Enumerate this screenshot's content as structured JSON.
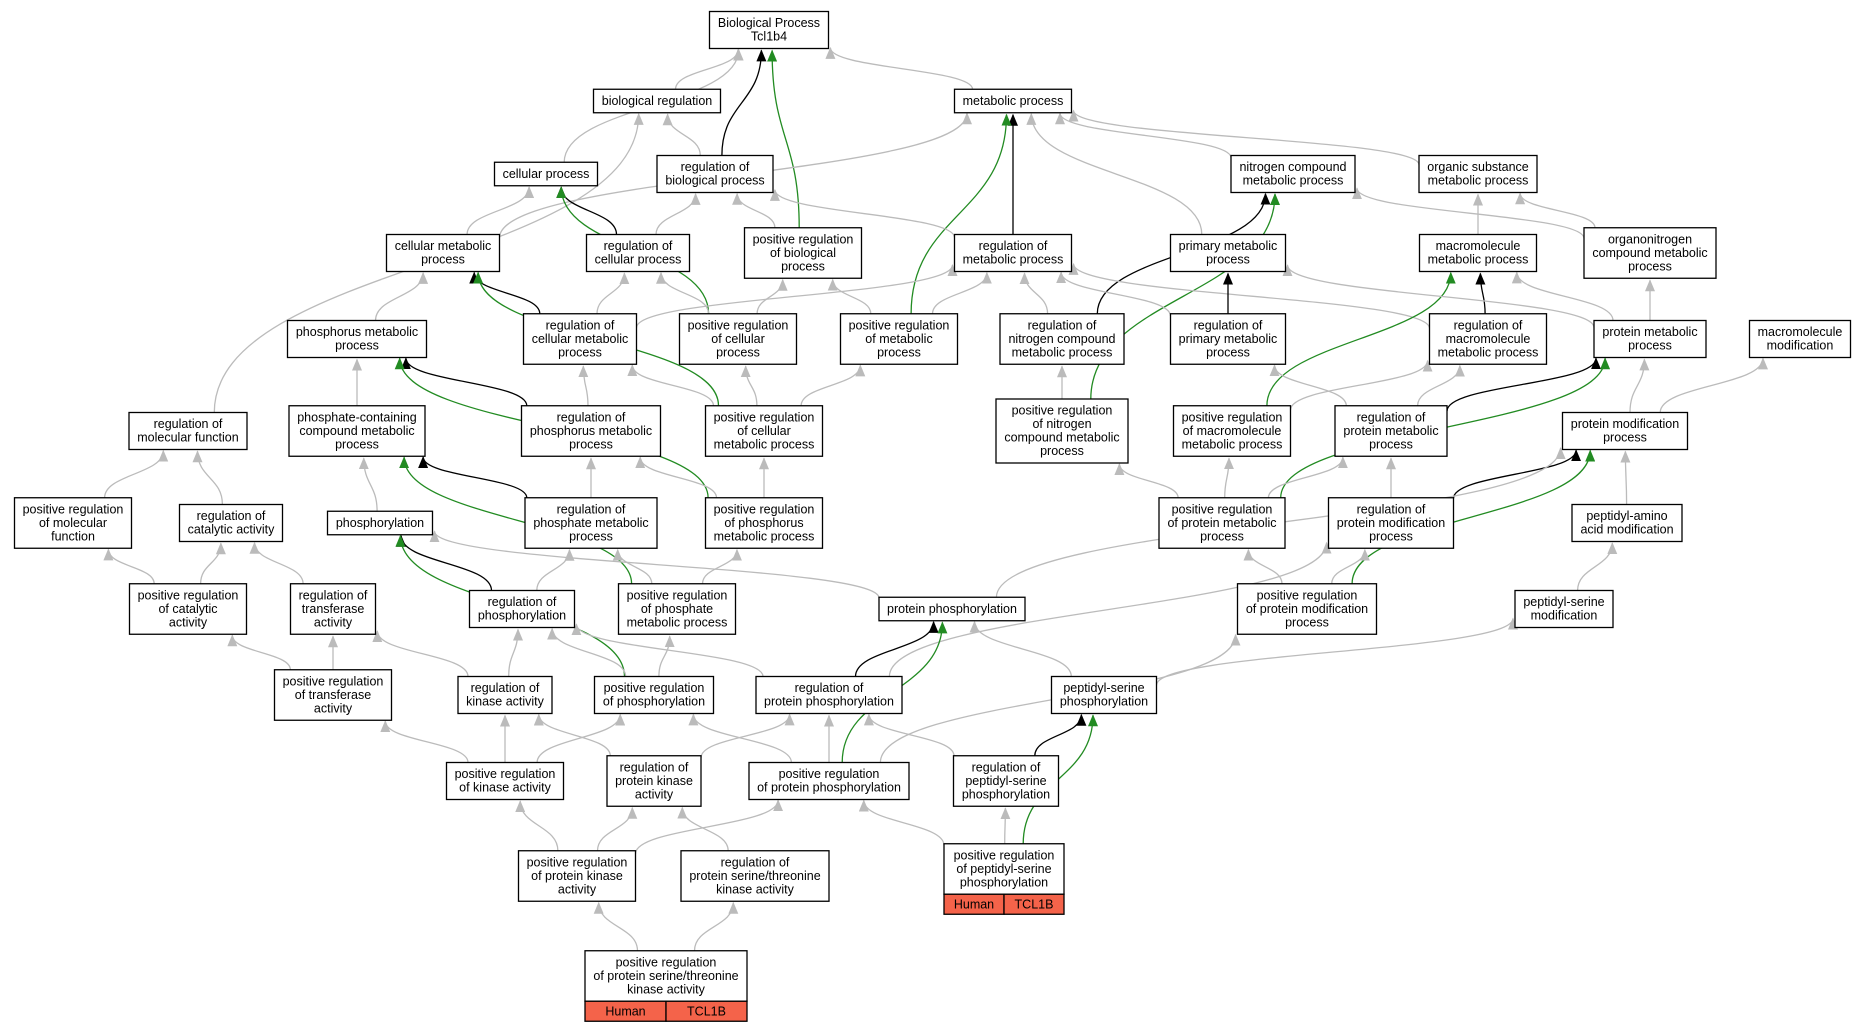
{
  "colors": {
    "is_a": "#bbbbbb",
    "part_of": "#000000",
    "positively_regulates": "#228b22",
    "annotation_tag": "#f4634a"
  },
  "nodes": [
    {
      "id": "bp",
      "lines": [
        "Biological Process",
        "Tcl1b4"
      ]
    },
    {
      "id": "bioreg",
      "lines": [
        "biological regulation"
      ]
    },
    {
      "id": "metab",
      "lines": [
        "metabolic process"
      ]
    },
    {
      "id": "cellproc",
      "lines": [
        "cellular process"
      ]
    },
    {
      "id": "regbio",
      "lines": [
        "regulation of",
        "biological process"
      ]
    },
    {
      "id": "ncmp",
      "lines": [
        "nitrogen compound",
        "metabolic process"
      ]
    },
    {
      "id": "osmp",
      "lines": [
        "organic substance",
        "metabolic process"
      ]
    },
    {
      "id": "cellmetab",
      "lines": [
        "cellular metabolic",
        "process"
      ]
    },
    {
      "id": "regcell",
      "lines": [
        "regulation of",
        "cellular process"
      ]
    },
    {
      "id": "posregbio",
      "lines": [
        "positive regulation",
        "of biological",
        "process"
      ]
    },
    {
      "id": "regmetab",
      "lines": [
        "regulation of",
        "metabolic process"
      ]
    },
    {
      "id": "primmetab",
      "lines": [
        "primary metabolic",
        "process"
      ]
    },
    {
      "id": "macromp",
      "lines": [
        "macromolecule",
        "metabolic process"
      ]
    },
    {
      "id": "orgncmp",
      "lines": [
        "organonitrogen",
        "compound metabolic",
        "process"
      ]
    },
    {
      "id": "phosmetab",
      "lines": [
        "phosphorus metabolic",
        "process"
      ]
    },
    {
      "id": "regcellmetab",
      "lines": [
        "regulation of",
        "cellular metabolic",
        "process"
      ]
    },
    {
      "id": "posregcell",
      "lines": [
        "positive regulation",
        "of cellular",
        "process"
      ]
    },
    {
      "id": "posregmetab",
      "lines": [
        "positive regulation",
        "of metabolic",
        "process"
      ]
    },
    {
      "id": "regncmp",
      "lines": [
        "regulation of",
        "nitrogen compound",
        "metabolic process"
      ]
    },
    {
      "id": "regprimmetab",
      "lines": [
        "regulation of",
        "primary metabolic",
        "process"
      ]
    },
    {
      "id": "regmacromp",
      "lines": [
        "regulation of",
        "macromolecule",
        "metabolic process"
      ]
    },
    {
      "id": "protmetab",
      "lines": [
        "protein metabolic",
        "process"
      ]
    },
    {
      "id": "macromod",
      "lines": [
        "macromolecule",
        "modification"
      ]
    },
    {
      "id": "regmolfunc",
      "lines": [
        "regulation of",
        "molecular function"
      ]
    },
    {
      "id": "phoscontain",
      "lines": [
        "phosphate-containing",
        "compound metabolic",
        "process"
      ]
    },
    {
      "id": "regphosmetab",
      "lines": [
        "regulation of",
        "phosphorus metabolic",
        "process"
      ]
    },
    {
      "id": "posregcellmetab",
      "lines": [
        "positive regulation",
        "of cellular",
        "metabolic process"
      ]
    },
    {
      "id": "posregncmp",
      "lines": [
        "positive regulation",
        "of nitrogen",
        "compound metabolic",
        "process"
      ]
    },
    {
      "id": "posregmacromp",
      "lines": [
        "positive regulation",
        "of macromolecule",
        "metabolic process"
      ]
    },
    {
      "id": "regprotmetab",
      "lines": [
        "regulation of",
        "protein metabolic",
        "process"
      ]
    },
    {
      "id": "protmod",
      "lines": [
        "protein modification",
        "process"
      ]
    },
    {
      "id": "posregmolfunc",
      "lines": [
        "positive regulation",
        "of molecular",
        "function"
      ]
    },
    {
      "id": "regcatal",
      "lines": [
        "regulation of",
        "catalytic activity"
      ]
    },
    {
      "id": "phosphorylation",
      "lines": [
        "phosphorylation"
      ]
    },
    {
      "id": "regphosphmetab",
      "lines": [
        "regulation of",
        "phosphate metabolic",
        "process"
      ]
    },
    {
      "id": "posregphosmetab",
      "lines": [
        "positive regulation",
        "of phosphorus",
        "metabolic process"
      ]
    },
    {
      "id": "posregprotmetab",
      "lines": [
        "positive regulation",
        "of protein metabolic",
        "process"
      ]
    },
    {
      "id": "regprotmod",
      "lines": [
        "regulation of",
        "protein modification",
        "process"
      ]
    },
    {
      "id": "peptaa",
      "lines": [
        "peptidyl-amino",
        "acid modification"
      ]
    },
    {
      "id": "posregcatal",
      "lines": [
        "positive regulation",
        "of catalytic",
        "activity"
      ]
    },
    {
      "id": "regtransf",
      "lines": [
        "regulation of",
        "transferase",
        "activity"
      ]
    },
    {
      "id": "regphosphoryl",
      "lines": [
        "regulation of",
        "phosphorylation"
      ]
    },
    {
      "id": "posregphosphmetab",
      "lines": [
        "positive regulation",
        "of phosphate",
        "metabolic process"
      ]
    },
    {
      "id": "protphos",
      "lines": [
        "protein phosphorylation"
      ]
    },
    {
      "id": "posregprotmod",
      "lines": [
        "positive regulation",
        "of protein modification",
        "process"
      ]
    },
    {
      "id": "peptser",
      "lines": [
        "peptidyl-serine",
        "modification"
      ]
    },
    {
      "id": "posregtransf",
      "lines": [
        "positive regulation",
        "of transferase",
        "activity"
      ]
    },
    {
      "id": "regkinase",
      "lines": [
        "regulation of",
        "kinase activity"
      ]
    },
    {
      "id": "posregphosphoryl",
      "lines": [
        "positive regulation",
        "of phosphorylation"
      ]
    },
    {
      "id": "regprotphos",
      "lines": [
        "regulation of",
        "protein phosphorylation"
      ]
    },
    {
      "id": "peptserphos",
      "lines": [
        "peptidyl-serine",
        "phosphorylation"
      ]
    },
    {
      "id": "posregkinase",
      "lines": [
        "positive regulation",
        "of kinase activity"
      ]
    },
    {
      "id": "regprotkinase",
      "lines": [
        "regulation of",
        "protein kinase",
        "activity"
      ]
    },
    {
      "id": "posregprotphos",
      "lines": [
        "positive regulation",
        "of protein phosphorylation"
      ]
    },
    {
      "id": "regpeptserphos",
      "lines": [
        "regulation of",
        "peptidyl-serine",
        "phosphorylation"
      ]
    },
    {
      "id": "posregprotkinase",
      "lines": [
        "positive regulation",
        "of protein kinase",
        "activity"
      ]
    },
    {
      "id": "regprotserthr",
      "lines": [
        "regulation of",
        "protein serine/threonine",
        "kinase activity"
      ]
    },
    {
      "id": "posregpeptserphos",
      "lines": [
        "positive regulation",
        "of peptidyl-serine",
        "phosphorylation"
      ],
      "tags": [
        "Human",
        "TCL1B"
      ]
    },
    {
      "id": "posregprotserthr",
      "lines": [
        "positive regulation",
        "of protein serine/threonine",
        "kinase activity"
      ],
      "tags": [
        "Human",
        "TCL1B"
      ]
    }
  ],
  "edges": [
    {
      "from": "bioreg",
      "to": "bp",
      "type": "is_a"
    },
    {
      "from": "metab",
      "to": "bp",
      "type": "is_a"
    },
    {
      "from": "cellproc",
      "to": "bp",
      "type": "is_a"
    },
    {
      "from": "regbio",
      "to": "bp",
      "type": "part_of"
    },
    {
      "from": "posregbio",
      "to": "bp",
      "type": "positively_regulates"
    },
    {
      "from": "regbio",
      "to": "bioreg",
      "type": "is_a"
    },
    {
      "from": "ncmp",
      "to": "metab",
      "type": "is_a"
    },
    {
      "from": "osmp",
      "to": "metab",
      "type": "is_a"
    },
    {
      "from": "primmetab",
      "to": "metab",
      "type": "is_a"
    },
    {
      "from": "regmetab",
      "to": "metab",
      "type": "part_of"
    },
    {
      "from": "posregmetab",
      "to": "metab",
      "type": "positively_regulates"
    },
    {
      "from": "cellmetab",
      "to": "metab",
      "type": "is_a"
    },
    {
      "from": "regmolfunc",
      "to": "bioreg",
      "type": "is_a"
    },
    {
      "from": "cellmetab",
      "to": "cellproc",
      "type": "is_a"
    },
    {
      "from": "regcell",
      "to": "cellproc",
      "type": "part_of"
    },
    {
      "from": "posregcell",
      "to": "cellproc",
      "type": "positively_regulates"
    },
    {
      "from": "regcell",
      "to": "regbio",
      "type": "is_a"
    },
    {
      "from": "posregbio",
      "to": "regbio",
      "type": "is_a"
    },
    {
      "from": "regmetab",
      "to": "regbio",
      "type": "is_a"
    },
    {
      "from": "regncmp",
      "to": "ncmp",
      "type": "part_of"
    },
    {
      "from": "posregncmp",
      "to": "ncmp",
      "type": "positively_regulates"
    },
    {
      "from": "orgncmp",
      "to": "ncmp",
      "type": "is_a"
    },
    {
      "from": "macromp",
      "to": "osmp",
      "type": "is_a"
    },
    {
      "from": "orgncmp",
      "to": "osmp",
      "type": "is_a"
    },
    {
      "from": "phosmetab",
      "to": "cellmetab",
      "type": "is_a"
    },
    {
      "from": "regcellmetab",
      "to": "cellmetab",
      "type": "part_of"
    },
    {
      "from": "posregcellmetab",
      "to": "cellmetab",
      "type": "positively_regulates"
    },
    {
      "from": "regcellmetab",
      "to": "regcell",
      "type": "is_a"
    },
    {
      "from": "posregcell",
      "to": "regcell",
      "type": "is_a"
    },
    {
      "from": "posregcell",
      "to": "posregbio",
      "type": "is_a"
    },
    {
      "from": "posregmetab",
      "to": "posregbio",
      "type": "is_a"
    },
    {
      "from": "regcellmetab",
      "to": "regmetab",
      "type": "is_a"
    },
    {
      "from": "posregmetab",
      "to": "regmetab",
      "type": "is_a"
    },
    {
      "from": "regncmp",
      "to": "regmetab",
      "type": "is_a"
    },
    {
      "from": "regprimmetab",
      "to": "regmetab",
      "type": "is_a"
    },
    {
      "from": "regmacromp",
      "to": "regmetab",
      "type": "is_a"
    },
    {
      "from": "regprimmetab",
      "to": "primmetab",
      "type": "part_of"
    },
    {
      "from": "regmacromp",
      "to": "macromp",
      "type": "part_of"
    },
    {
      "from": "posregmacromp",
      "to": "macromp",
      "type": "positively_regulates"
    },
    {
      "from": "protmetab",
      "to": "macromp",
      "type": "is_a"
    },
    {
      "from": "protmetab",
      "to": "orgncmp",
      "type": "is_a"
    },
    {
      "from": "protmetab",
      "to": "primmetab",
      "type": "is_a"
    },
    {
      "from": "phoscontain",
      "to": "phosmetab",
      "type": "is_a"
    },
    {
      "from": "regphosmetab",
      "to": "phosmetab",
      "type": "part_of"
    },
    {
      "from": "posregphosmetab",
      "to": "phosmetab",
      "type": "positively_regulates"
    },
    {
      "from": "regphosmetab",
      "to": "regcellmetab",
      "type": "is_a"
    },
    {
      "from": "posregcellmetab",
      "to": "regcellmetab",
      "type": "is_a"
    },
    {
      "from": "posregcellmetab",
      "to": "posregcell",
      "type": "is_a"
    },
    {
      "from": "posregcellmetab",
      "to": "posregmetab",
      "type": "is_a"
    },
    {
      "from": "posregncmp",
      "to": "regncmp",
      "type": "is_a"
    },
    {
      "from": "posregmacromp",
      "to": "regmacromp",
      "type": "is_a"
    },
    {
      "from": "regprotmetab",
      "to": "regmacromp",
      "type": "is_a"
    },
    {
      "from": "regprotmetab",
      "to": "regprimmetab",
      "type": "is_a"
    },
    {
      "from": "regprotmetab",
      "to": "protmetab",
      "type": "part_of"
    },
    {
      "from": "posregprotmetab",
      "to": "protmetab",
      "type": "positively_regulates"
    },
    {
      "from": "protmod",
      "to": "protmetab",
      "type": "is_a"
    },
    {
      "from": "protmod",
      "to": "macromod",
      "type": "is_a"
    },
    {
      "from": "posregmolfunc",
      "to": "regmolfunc",
      "type": "is_a"
    },
    {
      "from": "regcatal",
      "to": "regmolfunc",
      "type": "is_a"
    },
    {
      "from": "phosphorylation",
      "to": "phoscontain",
      "type": "is_a"
    },
    {
      "from": "regphosphmetab",
      "to": "phoscontain",
      "type": "part_of"
    },
    {
      "from": "posregphosphmetab",
      "to": "phoscontain",
      "type": "positively_regulates"
    },
    {
      "from": "regphosphmetab",
      "to": "regphosmetab",
      "type": "is_a"
    },
    {
      "from": "posregphosmetab",
      "to": "regphosmetab",
      "type": "is_a"
    },
    {
      "from": "posregphosmetab",
      "to": "posregcellmetab",
      "type": "is_a"
    },
    {
      "from": "posregprotmetab",
      "to": "posregncmp",
      "type": "is_a"
    },
    {
      "from": "posregprotmetab",
      "to": "posregmacromp",
      "type": "is_a"
    },
    {
      "from": "posregprotmetab",
      "to": "regprotmetab",
      "type": "is_a"
    },
    {
      "from": "regprotmod",
      "to": "regprotmetab",
      "type": "is_a"
    },
    {
      "from": "regprotmod",
      "to": "protmod",
      "type": "part_of"
    },
    {
      "from": "posregprotmod",
      "to": "protmod",
      "type": "positively_regulates"
    },
    {
      "from": "peptaa",
      "to": "protmod",
      "type": "is_a"
    },
    {
      "from": "posregcatal",
      "to": "posregmolfunc",
      "type": "is_a"
    },
    {
      "from": "posregcatal",
      "to": "regcatal",
      "type": "is_a"
    },
    {
      "from": "regtransf",
      "to": "regcatal",
      "type": "is_a"
    },
    {
      "from": "regphosphoryl",
      "to": "phosphorylation",
      "type": "part_of"
    },
    {
      "from": "posregphosphoryl",
      "to": "phosphorylation",
      "type": "positively_regulates"
    },
    {
      "from": "regphosphoryl",
      "to": "regphosphmetab",
      "type": "is_a"
    },
    {
      "from": "posregphosphmetab",
      "to": "regphosphmetab",
      "type": "is_a"
    },
    {
      "from": "posregphosphmetab",
      "to": "posregphosmetab",
      "type": "is_a"
    },
    {
      "from": "protphos",
      "to": "phosphorylation",
      "type": "is_a"
    },
    {
      "from": "protphos",
      "to": "protmod",
      "type": "is_a"
    },
    {
      "from": "posregprotmod",
      "to": "posregprotmetab",
      "type": "is_a"
    },
    {
      "from": "posregprotmod",
      "to": "regprotmod",
      "type": "is_a"
    },
    {
      "from": "peptser",
      "to": "peptaa",
      "type": "is_a"
    },
    {
      "from": "posregtransf",
      "to": "posregcatal",
      "type": "is_a"
    },
    {
      "from": "posregtransf",
      "to": "regtransf",
      "type": "is_a"
    },
    {
      "from": "regkinase",
      "to": "regphosphoryl",
      "type": "is_a"
    },
    {
      "from": "regkinase",
      "to": "regtransf",
      "type": "is_a"
    },
    {
      "from": "posregphosphoryl",
      "to": "regphosphoryl",
      "type": "is_a"
    },
    {
      "from": "posregphosphoryl",
      "to": "posregphosphmetab",
      "type": "is_a"
    },
    {
      "from": "regprotphos",
      "to": "protphos",
      "type": "part_of"
    },
    {
      "from": "regprotphos",
      "to": "regphosphoryl",
      "type": "is_a"
    },
    {
      "from": "regprotphos",
      "to": "regprotmod",
      "type": "is_a"
    },
    {
      "from": "peptserphos",
      "to": "protphos",
      "type": "is_a"
    },
    {
      "from": "peptserphos",
      "to": "peptser",
      "type": "is_a"
    },
    {
      "from": "posregkinase",
      "to": "posregtransf",
      "type": "is_a"
    },
    {
      "from": "posregkinase",
      "to": "regkinase",
      "type": "is_a"
    },
    {
      "from": "posregkinase",
      "to": "posregphosphoryl",
      "type": "is_a"
    },
    {
      "from": "regprotkinase",
      "to": "regkinase",
      "type": "is_a"
    },
    {
      "from": "regprotkinase",
      "to": "regprotphos",
      "type": "is_a"
    },
    {
      "from": "posregprotphos",
      "to": "protphos",
      "type": "positively_regulates"
    },
    {
      "from": "posregprotphos",
      "to": "regprotphos",
      "type": "is_a"
    },
    {
      "from": "posregprotphos",
      "to": "posregphosphoryl",
      "type": "is_a"
    },
    {
      "from": "posregprotphos",
      "to": "posregprotmod",
      "type": "is_a"
    },
    {
      "from": "regpeptserphos",
      "to": "peptserphos",
      "type": "part_of"
    },
    {
      "from": "regpeptserphos",
      "to": "regprotphos",
      "type": "is_a"
    },
    {
      "from": "posregprotkinase",
      "to": "posregkinase",
      "type": "is_a"
    },
    {
      "from": "posregprotkinase",
      "to": "regprotkinase",
      "type": "is_a"
    },
    {
      "from": "posregprotkinase",
      "to": "posregprotphos",
      "type": "is_a"
    },
    {
      "from": "regprotserthr",
      "to": "regprotkinase",
      "type": "is_a"
    },
    {
      "from": "posregpeptserphos",
      "to": "peptserphos",
      "type": "positively_regulates"
    },
    {
      "from": "posregpeptserphos",
      "to": "regpeptserphos",
      "type": "is_a"
    },
    {
      "from": "posregpeptserphos",
      "to": "posregprotphos",
      "type": "is_a"
    },
    {
      "from": "posregprotserthr",
      "to": "posregprotkinase",
      "type": "is_a"
    },
    {
      "from": "posregprotserthr",
      "to": "regprotserthr",
      "type": "is_a"
    }
  ]
}
